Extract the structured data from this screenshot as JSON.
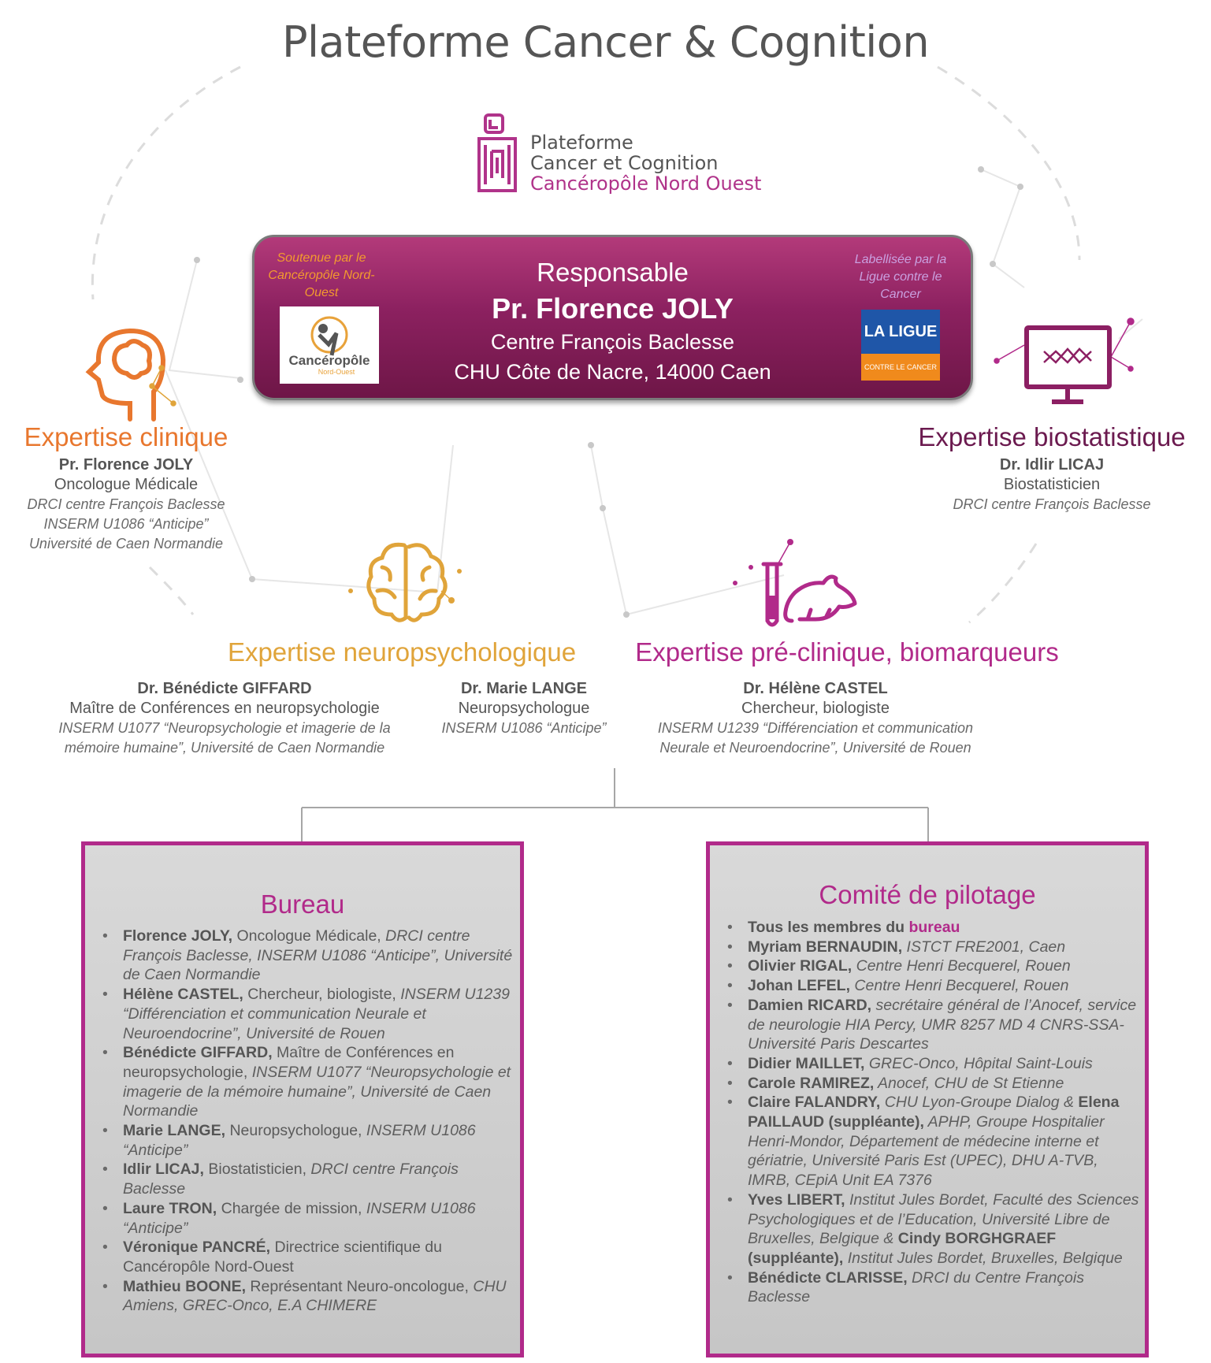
{
  "title": "Plateforme Cancer & Cognition",
  "logo": {
    "line1": "Plateforme",
    "line2": "Cancer et Cognition",
    "line3": "Cancéropôle Nord Ouest",
    "icon": "body-maze-icon"
  },
  "responsable": {
    "heading": "Responsable",
    "name": "Pr.  Florence JOLY",
    "place1": "Centre François Baclesse",
    "place2": "CHU Côte de Nacre, 14000 Caen",
    "left_note": "Soutenue par le Cancéropôle Nord-Ouest",
    "left_logo_text": "Cancéropôle",
    "left_logo_sub": "Nord-Ouest",
    "right_note": "Labellisée par la Ligue contre le Cancer",
    "right_logo_top": "LA LIGUE",
    "right_logo_bottom": "CONTRE LE CANCER"
  },
  "colors": {
    "orange": "#e8772e",
    "gold": "#e0a43a",
    "purple": "#6b1a4f",
    "magenta": "#b12a8a",
    "grey": "#555555"
  },
  "clinique": {
    "title": "Expertise clinique",
    "icon": "head-brain-icon",
    "name": "Pr. Florence JOLY",
    "role": "Oncologue Médicale",
    "aff1": "DRCI centre François Baclesse",
    "aff2": "INSERM U1086 “Anticipe”",
    "aff3": "Université de Caen Normandie"
  },
  "biostat": {
    "title": "Expertise biostatistique",
    "icon": "monitor-chart-icon",
    "name": "Dr. Idlir LICAJ",
    "role": "Biostatisticien",
    "aff1": "DRCI centre François Baclesse"
  },
  "neuro": {
    "title": "Expertise neuropsychologique",
    "icon": "brain-icon",
    "p1_name": "Dr. Bénédicte GIFFARD",
    "p1_role": "Maître de Conférences en neuropsychologie",
    "p1_aff1": "INSERM U1077 “Neuropsychologie et imagerie de la",
    "p1_aff2": "mémoire humaine”, Université de Caen Normandie",
    "p2_name": "Dr. Marie LANGE",
    "p2_role": "Neuropsychologue",
    "p2_aff1": "INSERM U1086 “Anticipe”"
  },
  "preclin": {
    "title": "Expertise pré-clinique, biomarqueurs",
    "icon": "test-tube-mouse-icon",
    "name": "Dr. Hélène CASTEL",
    "role": "Chercheur, biologiste",
    "aff1": "INSERM U1239 “Différenciation et communication",
    "aff2": "Neurale et Neuroendocrine”, Université de Rouen"
  },
  "bureau": {
    "title": "Bureau",
    "items": [
      {
        "name": "Florence JOLY,",
        "role": " Oncologue Médicale,",
        "aff": " DRCI centre François Baclesse, INSERM U1086 “Anticipe”, Université de Caen Normandie"
      },
      {
        "name": "Hélène CASTEL,",
        "role": " Chercheur, biologiste,",
        "aff": " INSERM U1239 “Différenciation et communication Neurale et Neuroendocrine”, Université de Rouen"
      },
      {
        "name": "Bénédicte GIFFARD,",
        "role": " Maître de Conférences en neuropsychologie,",
        "aff": " INSERM U1077 “Neuropsychologie et imagerie de la mémoire humaine”, Université de Caen Normandie"
      },
      {
        "name": "Marie LANGE,",
        "role": " Neuropsychologue,",
        "aff": " INSERM U1086 “Anticipe”"
      },
      {
        "name": "Idlir LICAJ,",
        "role": " Biostatisticien,",
        "aff": " DRCI centre François Baclesse"
      },
      {
        "name": "Laure TRON,",
        "role": " Chargée de mission,",
        "aff": " INSERM U1086 “Anticipe”"
      },
      {
        "name": "Véronique PANCRÉ,",
        "role": " Directrice scientifique du Cancéropôle Nord-Ouest",
        "aff": ""
      },
      {
        "name": "Mathieu BOONE,",
        "role": " Représentant Neuro-oncologue,",
        "aff": " CHU Amiens, GREC-Onco, E.A CHIMERE"
      }
    ]
  },
  "comite": {
    "title": "Comité de pilotage",
    "first_text": "Tous les membres du ",
    "first_link": "bureau",
    "items": [
      {
        "name": "Myriam BERNAUDIN,",
        "aff": " ISTCT FRE2001, Caen"
      },
      {
        "name": "Olivier RIGAL,",
        "aff": " Centre Henri Becquerel, Rouen"
      },
      {
        "name": "Johan LEFEL,",
        "aff": " Centre Henri Becquerel, Rouen"
      },
      {
        "name": "Damien RICARD,",
        "aff": " secrétaire général de l’Anocef, service de neurologie HIA Percy, UMR 8257 MD 4 CNRS-SSA-Université Paris Descartes"
      },
      {
        "name": "Didier MAILLET,",
        "aff": " GREC-Onco, Hôpital Saint-Louis"
      },
      {
        "name": "Carole RAMIREZ,",
        "aff": " Anocef, CHU de St Etienne"
      },
      {
        "name": "Claire FALANDRY,",
        "aff": " CHU Lyon-Groupe Dialog & ",
        "name2": "Elena PAILLAUD (suppléante),",
        "aff2": " APHP, Groupe Hospitalier Henri-Mondor, Département de médecine interne et gériatrie, Université Paris Est (UPEC), DHU A-TVB, IMRB, CEpiA Unit EA 7376"
      },
      {
        "name": "Yves LIBERT,",
        "aff": " Institut Jules Bordet, Faculté des Sciences Psychologiques et de l’Education, Université Libre de Bruxelles, Belgique & ",
        "name2": "Cindy BORGHGRAEF (suppléante),",
        "aff2": " Institut Jules Bordet, Bruxelles, Belgique"
      },
      {
        "name": "Bénédicte CLARISSE,",
        "aff": " DRCI du Centre François Baclesse"
      }
    ]
  }
}
